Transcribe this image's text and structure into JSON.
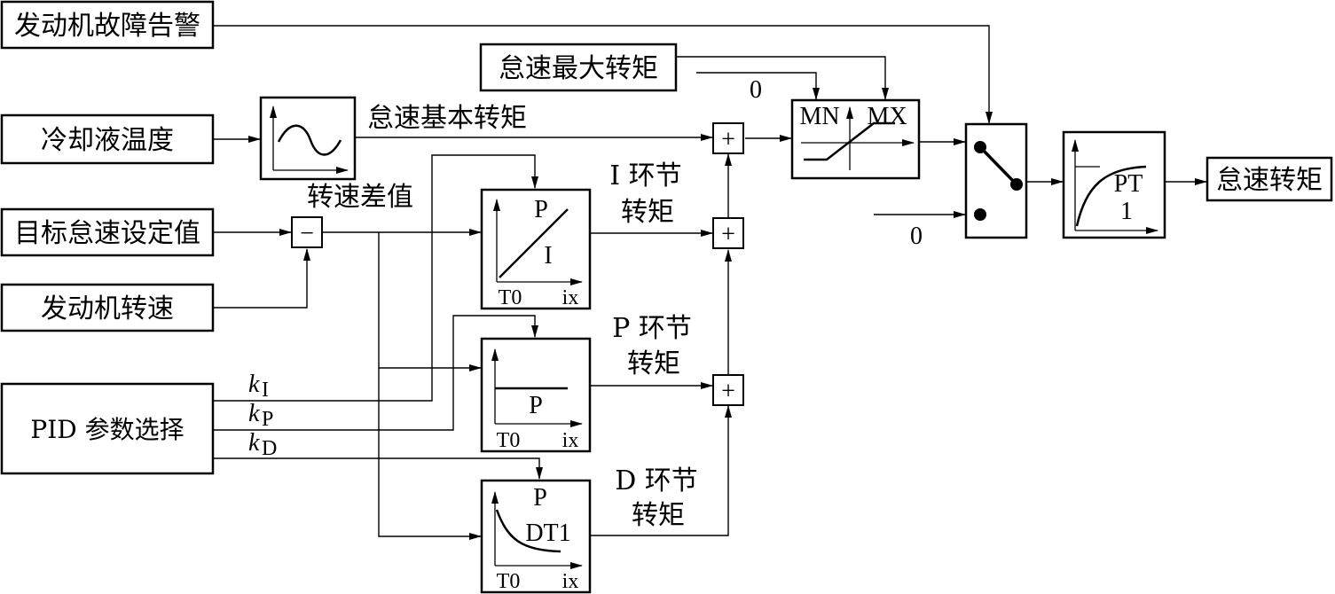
{
  "inputs": {
    "fault_alarm": "发动机故障告警",
    "idle_max_torque": "怠速最大转矩",
    "coolant_temp": "冷却液温度",
    "target_idle_speed": "目标怠速设定值",
    "engine_speed": "发动机转速",
    "pid_select": "PID 参数选择"
  },
  "labels": {
    "idle_base_torque": "怠速基本转矩",
    "speed_diff": "转速差值",
    "i_torque_1": "I 环节",
    "i_torque_2": "转矩",
    "p_torque_1": "P 环节",
    "p_torque_2": "转矩",
    "d_torque_1": "D 环节",
    "d_torque_2": "转矩",
    "zero_top": "0",
    "zero_bottom": "0",
    "k_i": "k",
    "k_i_sub": "I",
    "k_p": "k",
    "k_p_sub": "P",
    "k_d": "k",
    "k_d_sub": "D"
  },
  "blocks": {
    "subtract": "−",
    "sum": "+",
    "i_block": {
      "p": "P",
      "i": "I",
      "t0": "T0",
      "ix": "ix"
    },
    "p_block": {
      "p": "P",
      "t0": "T0",
      "ix": "ix"
    },
    "d_block": {
      "p": "P",
      "dt1": "DT1",
      "t0": "T0",
      "ix": "ix"
    },
    "limiter": {
      "mn": "MN",
      "mx": "MX"
    },
    "pt1": {
      "line1": "PT",
      "line2": "1"
    }
  },
  "output": {
    "idle_torque": "怠速转矩"
  }
}
